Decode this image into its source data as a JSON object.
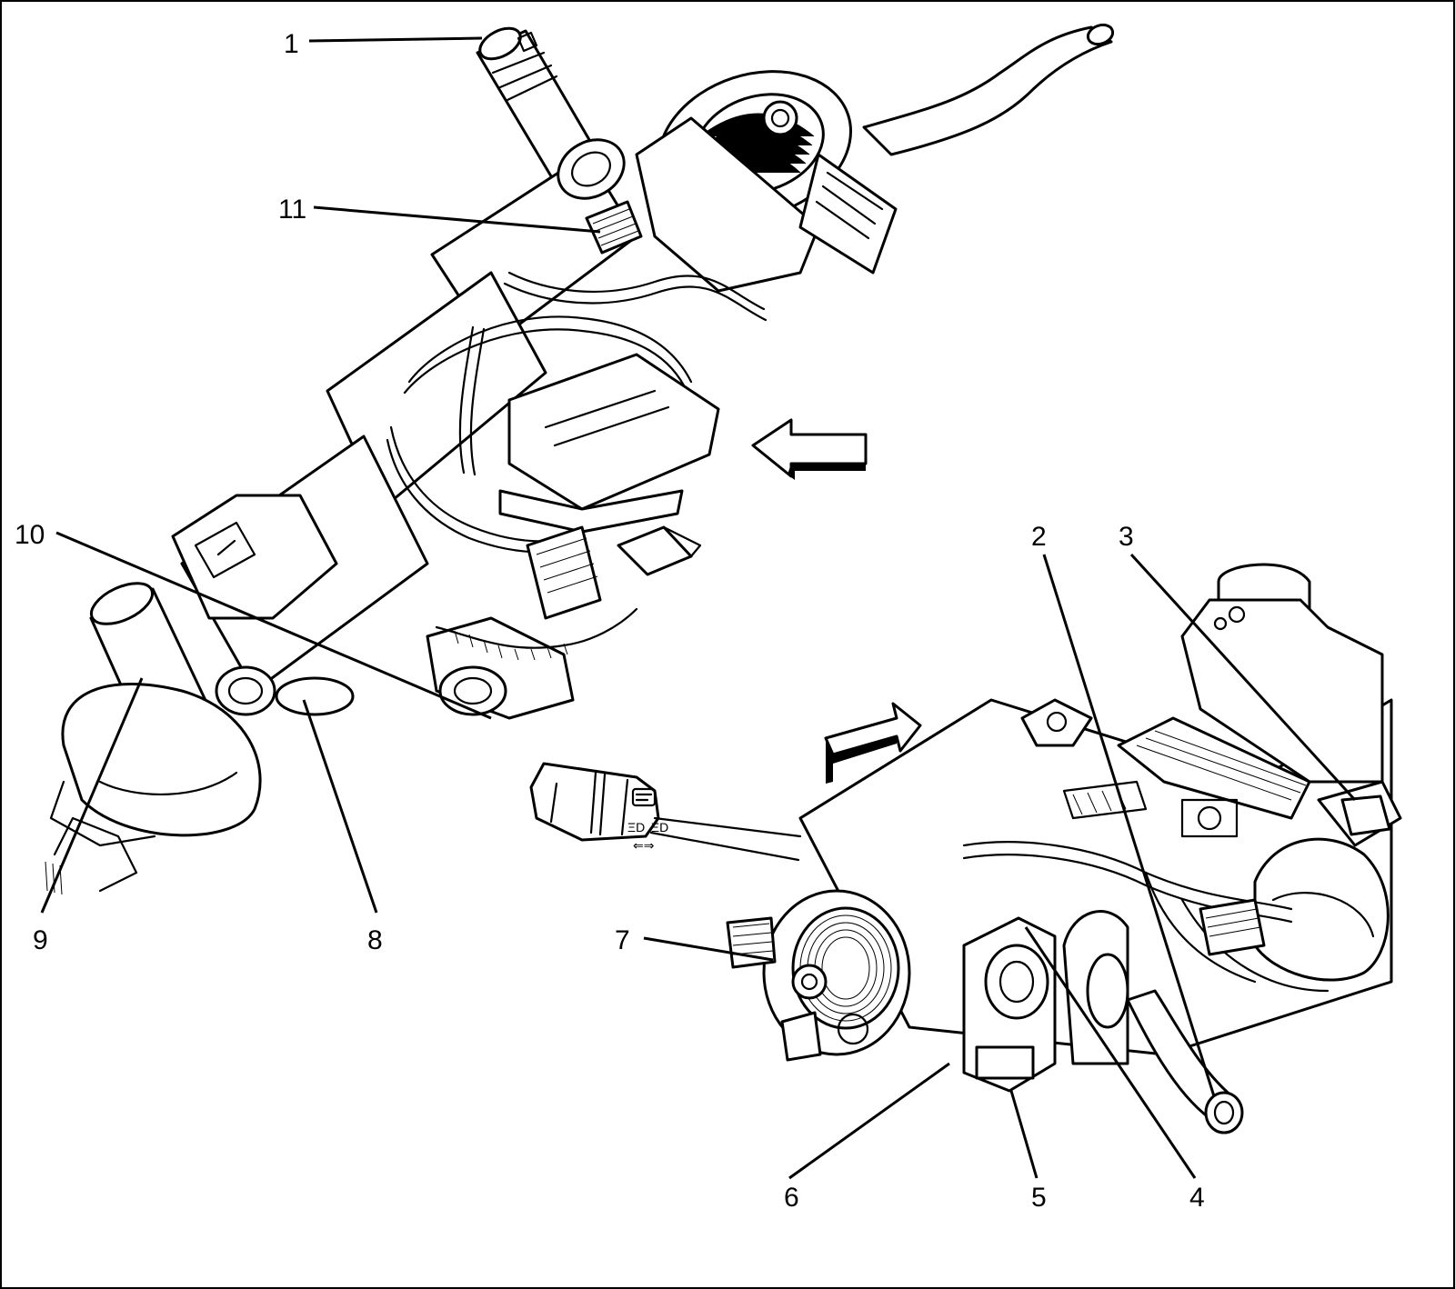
{
  "diagram": {
    "callouts": [
      {
        "id": "1",
        "label": "1"
      },
      {
        "id": "2",
        "label": "2"
      },
      {
        "id": "3",
        "label": "3"
      },
      {
        "id": "4",
        "label": "4"
      },
      {
        "id": "5",
        "label": "5"
      },
      {
        "id": "6",
        "label": "6"
      },
      {
        "id": "7",
        "label": "7"
      },
      {
        "id": "8",
        "label": "8"
      },
      {
        "id": "9",
        "label": "9"
      },
      {
        "id": "10",
        "label": "10"
      },
      {
        "id": "11",
        "label": "11"
      }
    ],
    "panel_symbols": {
      "lamp_a": "ΞD",
      "lamp_b": "ΞD",
      "arrows": "⇐⇒"
    },
    "colors": {
      "ink": "#000000",
      "paper": "#ffffff",
      "shade": "#6b6b6b"
    }
  }
}
